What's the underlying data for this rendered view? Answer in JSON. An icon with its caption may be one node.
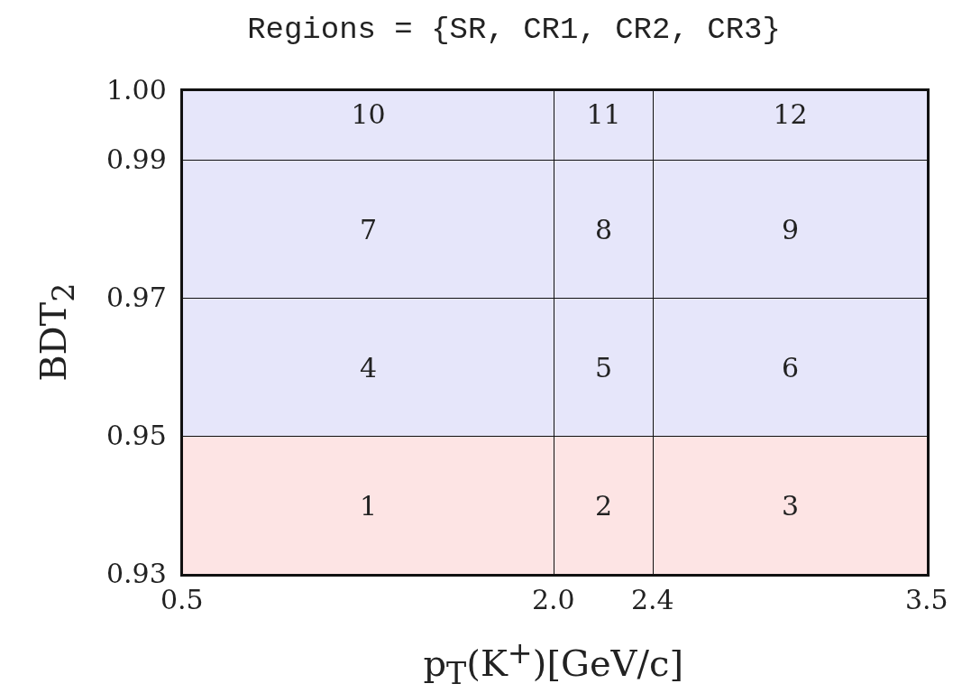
{
  "diagram": {
    "title": "Regions = {SR, CR1, CR2, CR3}",
    "nodes": [
      {
        "text": [
          "10"
        ]
      },
      {
        "text": [
          "11"
        ]
      },
      {
        "text": [
          "12"
        ]
      },
      {
        "text": [
          "7"
        ]
      },
      {
        "text": [
          "8"
        ]
      },
      {
        "text": [
          "9"
        ]
      },
      {
        "text": [
          "4"
        ]
      },
      {
        "text": [
          "5"
        ]
      },
      {
        "text": [
          "6"
        ]
      },
      {
        "text": [
          "1"
        ]
      },
      {
        "text": [
          "2"
        ]
      },
      {
        "text": [
          "3"
        ]
      }
    ],
    "edges": [],
    "labels": [
      "1.00",
      "0.99",
      "0.97",
      "0.95",
      "0.93",
      "BDT$_{2}$",
      "0.5",
      "2.0",
      "2.4",
      "3.5",
      "p$_{T}$(K$^{+}$)[GeV/c]"
    ]
  }
}
